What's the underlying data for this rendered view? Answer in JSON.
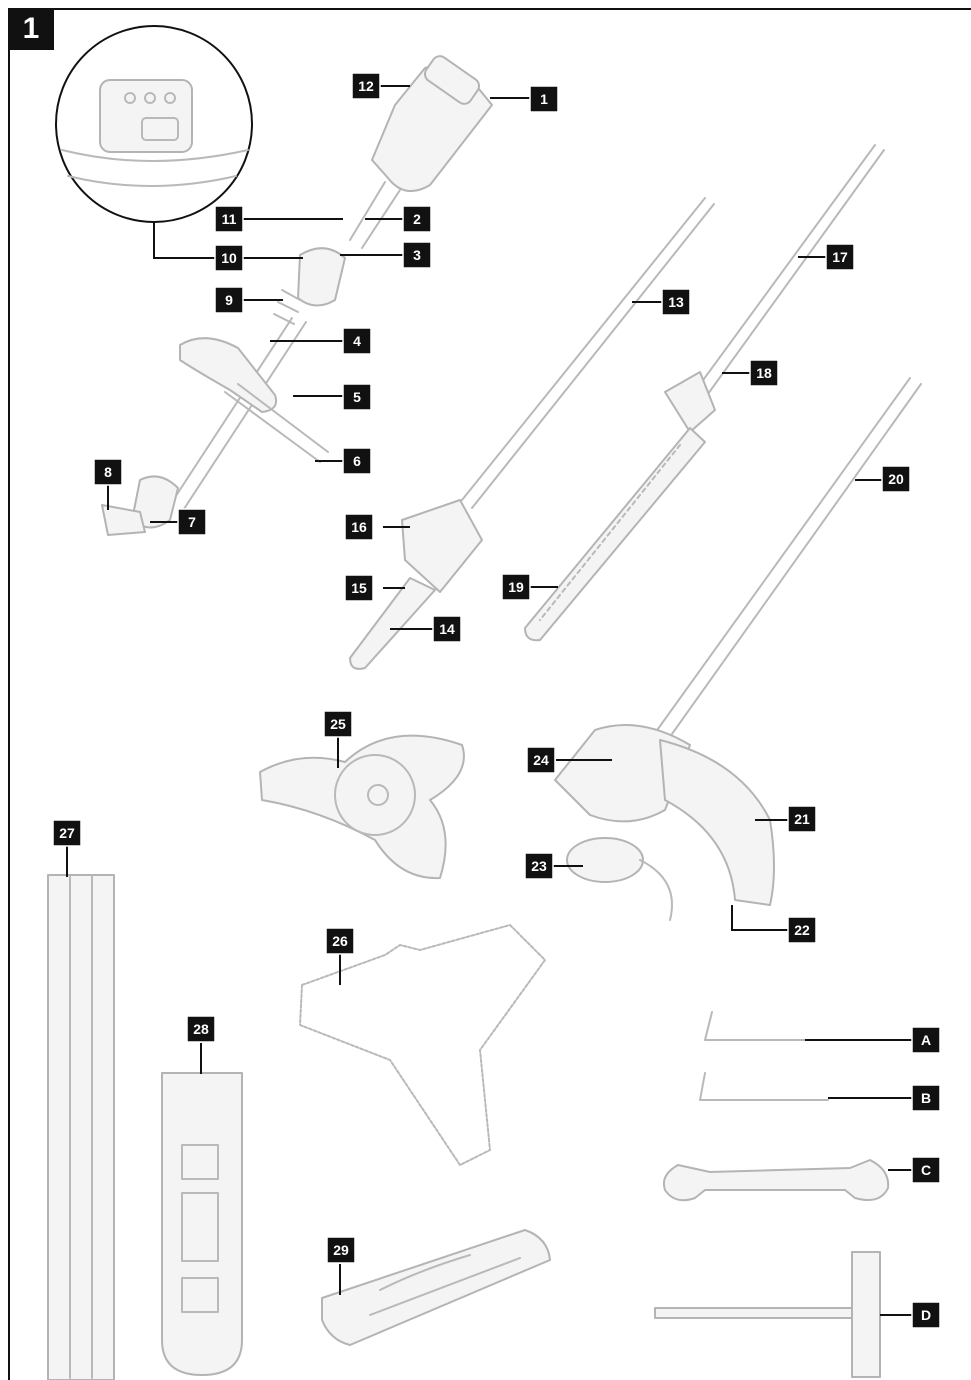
{
  "figure": {
    "number": "1"
  },
  "callouts": [
    {
      "id": "c1",
      "label": "1"
    },
    {
      "id": "c2",
      "label": "2"
    },
    {
      "id": "c3",
      "label": "3"
    },
    {
      "id": "c4",
      "label": "4"
    },
    {
      "id": "c5",
      "label": "5"
    },
    {
      "id": "c6",
      "label": "6"
    },
    {
      "id": "c7",
      "label": "7"
    },
    {
      "id": "c8",
      "label": "8"
    },
    {
      "id": "c9",
      "label": "9"
    },
    {
      "id": "c10",
      "label": "10"
    },
    {
      "id": "c11",
      "label": "11"
    },
    {
      "id": "c12",
      "label": "12"
    },
    {
      "id": "c13",
      "label": "13"
    },
    {
      "id": "c14",
      "label": "14"
    },
    {
      "id": "c15",
      "label": "15"
    },
    {
      "id": "c16",
      "label": "16"
    },
    {
      "id": "c17",
      "label": "17"
    },
    {
      "id": "c18",
      "label": "18"
    },
    {
      "id": "c19",
      "label": "19"
    },
    {
      "id": "c20",
      "label": "20"
    },
    {
      "id": "c21",
      "label": "21"
    },
    {
      "id": "c22",
      "label": "22"
    },
    {
      "id": "c23",
      "label": "23"
    },
    {
      "id": "c24",
      "label": "24"
    },
    {
      "id": "c25",
      "label": "25"
    },
    {
      "id": "c26",
      "label": "26"
    },
    {
      "id": "c27",
      "label": "27"
    },
    {
      "id": "c28",
      "label": "28"
    },
    {
      "id": "c29",
      "label": "29"
    },
    {
      "id": "cA",
      "label": "A"
    },
    {
      "id": "cB",
      "label": "B"
    },
    {
      "id": "cC",
      "label": "C"
    },
    {
      "id": "cD",
      "label": "D"
    }
  ]
}
